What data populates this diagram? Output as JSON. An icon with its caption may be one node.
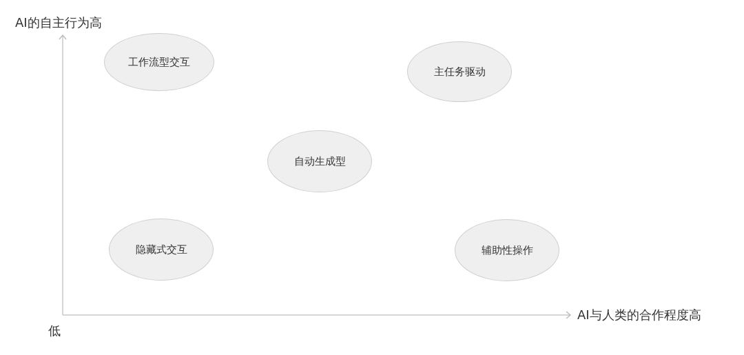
{
  "diagram": {
    "nodes": [
      {
        "text": [
          "工作流型交互"
        ]
      },
      {
        "text": [
          "主任务驱动"
        ]
      },
      {
        "text": [
          "自动生成型"
        ]
      },
      {
        "text": [
          "隐藏式交互"
        ]
      },
      {
        "text": [
          "辅助性操作"
        ]
      }
    ],
    "labels": [
      "AI的自主行为高",
      "AI与人类的合作程度高",
      "低"
    ]
  }
}
